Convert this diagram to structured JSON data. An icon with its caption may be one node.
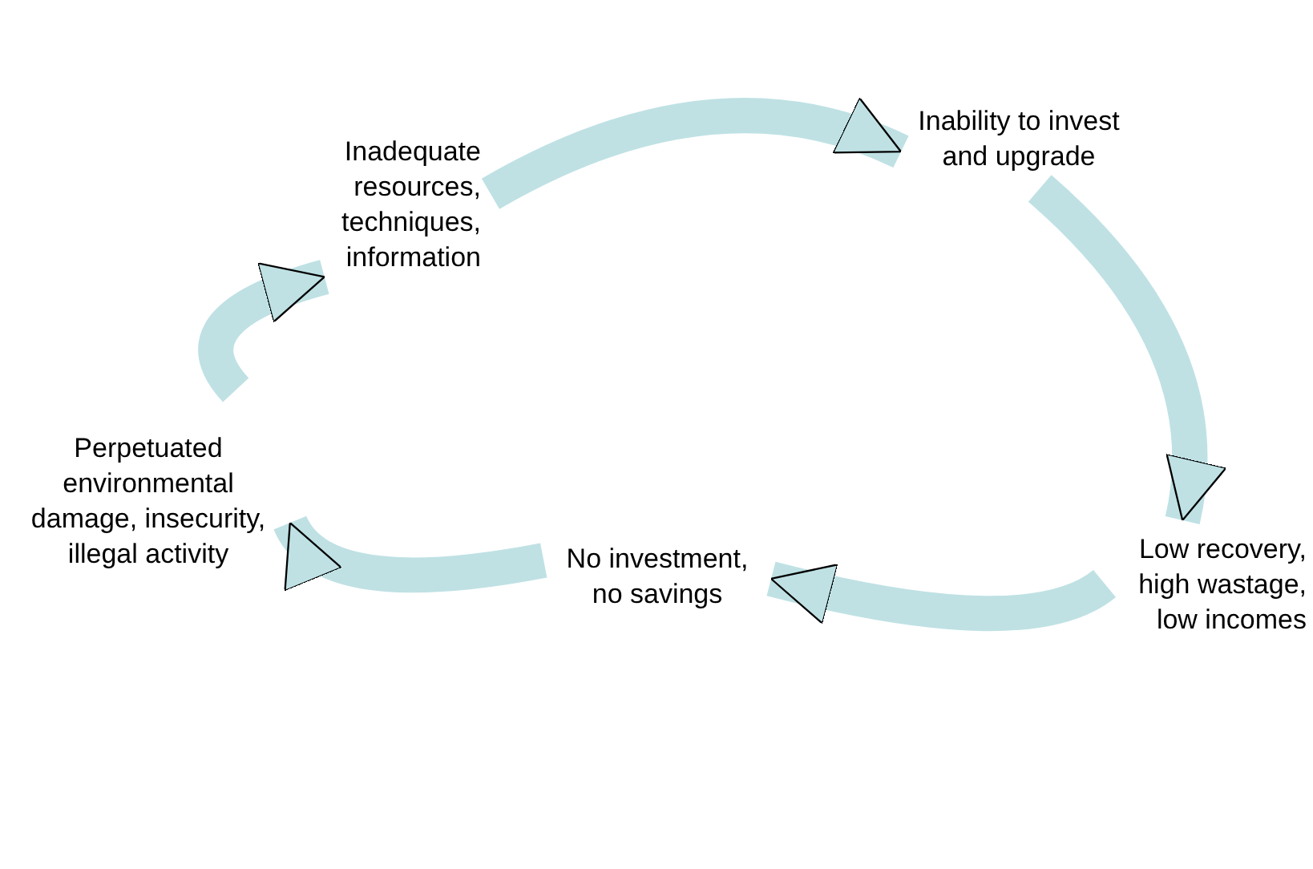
{
  "diagram": {
    "nodes": [
      {
        "text": [
          "Inadequate resources, techniques, information"
        ]
      },
      {
        "text": [
          "Inability to invest and upgrade"
        ]
      },
      {
        "text": [
          "Low recovery, high wastage, low incomes"
        ]
      },
      {
        "text": [
          "No investment, no savings"
        ]
      },
      {
        "text": [
          "Perpetuated environmental damage, insecurity, illegal activity"
        ]
      }
    ],
    "edges": [
      {
        "from": 0,
        "to": 1,
        "arrow": "to"
      },
      {
        "from": 1,
        "to": 2,
        "arrow": "to"
      },
      {
        "from": 2,
        "to": 3,
        "arrow": "to"
      },
      {
        "from": 3,
        "to": 4,
        "arrow": "to"
      },
      {
        "from": 4,
        "to": 0,
        "arrow": "to"
      }
    ]
  }
}
